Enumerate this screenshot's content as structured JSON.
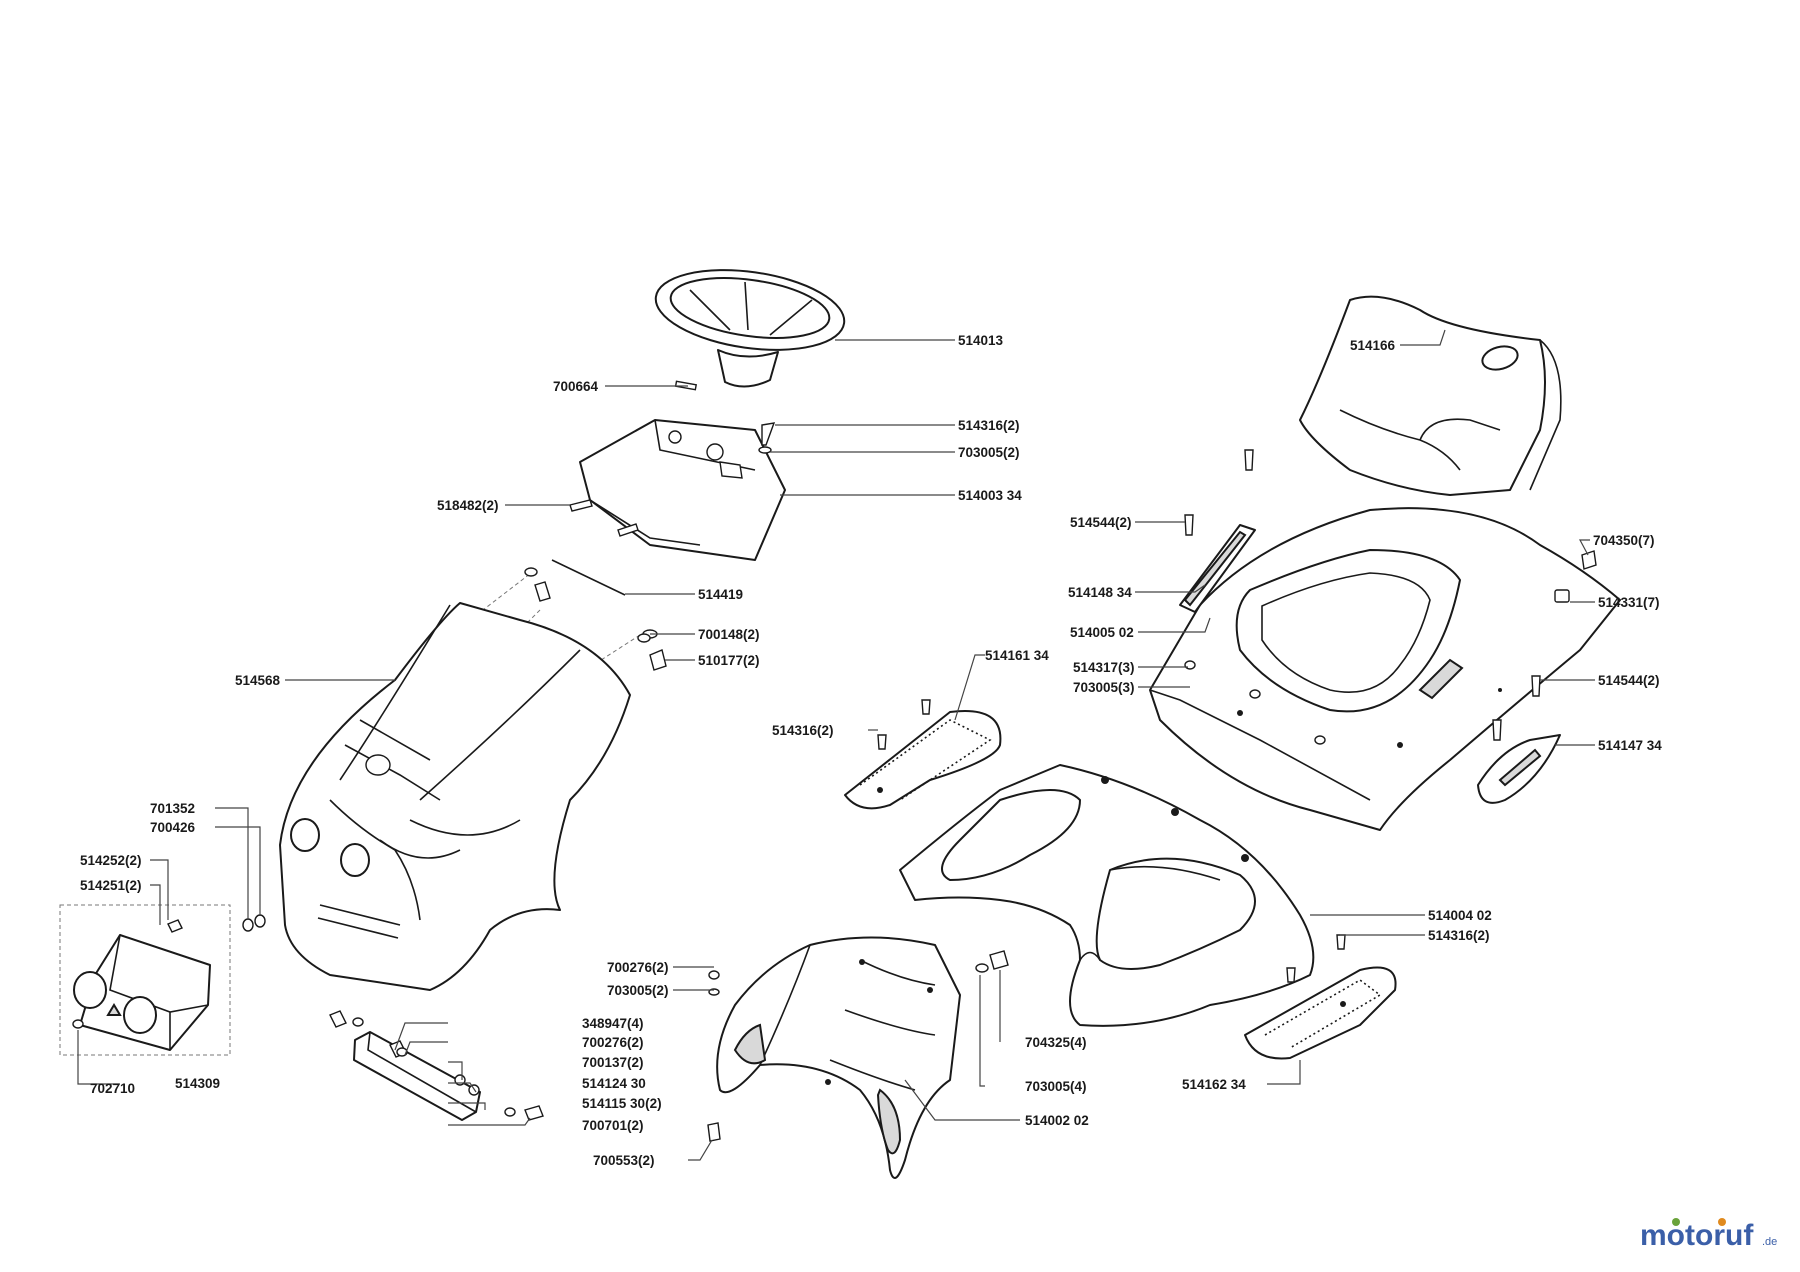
{
  "labels": {
    "l514013": "514013",
    "l700664": "700664",
    "l514316a": "514316(2)",
    "l703005a": "703005(2)",
    "l518482": "518482(2)",
    "l514003": "514003 34",
    "l514419": "514419",
    "l700148": "700148(2)",
    "l510177": "510177(2)",
    "l514568": "514568",
    "l701352": "701352",
    "l700426": "700426",
    "l514252": "514252(2)",
    "l514251": "514251(2)",
    "l702710": "702710",
    "l514309": "514309",
    "l348947": "348947(4)",
    "l700276a": "700276(2)",
    "l700137": "700137(2)",
    "l514124": "514124 30",
    "l514115": "514115 30(2)",
    "l700701": "700701(2)",
    "l700276b": "700276(2)",
    "l703005b": "703005(2)",
    "l700553": "700553(2)",
    "l704325": "704325(4)",
    "l703005c": "703005(4)",
    "l514002": "514002 02",
    "l514166": "514166",
    "l514544a": "514544(2)",
    "l514148": "514148 34",
    "l514005": "514005 02",
    "l514317": "514317(3)",
    "l703005d": "703005(3)",
    "l514161": "514161 34",
    "l514316b": "514316(2)",
    "l704350": "704350(7)",
    "l514331": "514331(7)",
    "l514544b": "514544(2)",
    "l514147": "514147 34",
    "l514004": "514004 02",
    "l514316c": "514316(2)",
    "l514162": "514162 34"
  },
  "logo": {
    "main": "motoruf",
    "suffix": ".de"
  },
  "colors": {
    "logo_blue": "#3b5fa8",
    "logo_green": "#6aa33a",
    "logo_orange": "#e08a1e"
  }
}
